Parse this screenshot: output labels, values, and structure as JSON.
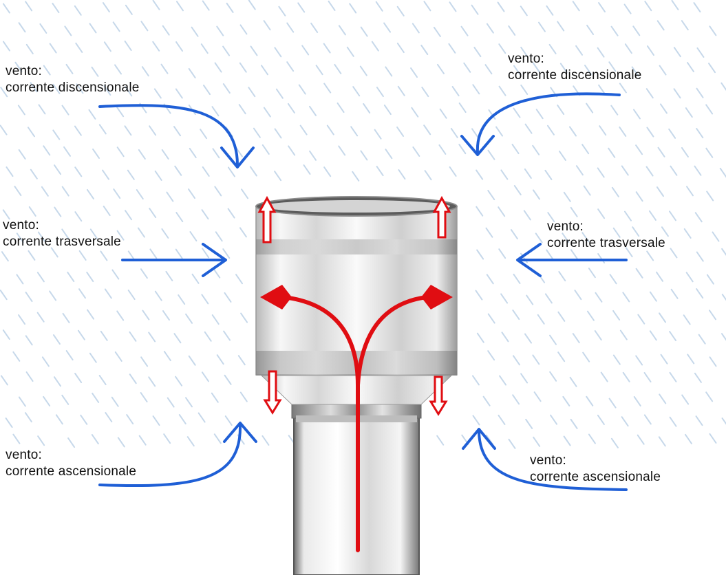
{
  "colors": {
    "wind_arrow": "#1f5fd6",
    "flow_arrow": "#e00d12",
    "rain": "#c6d8ea",
    "metal_light": "#f2f2f2",
    "metal_dark": "#8a8a8a"
  },
  "labels": {
    "top_left": {
      "line1": "vento:",
      "line2": "corrente discensionale"
    },
    "top_right": {
      "line1": "vento:",
      "line2": "corrente discensionale"
    },
    "mid_left": {
      "line1": "vento:",
      "line2": "corrente trasversale"
    },
    "mid_right": {
      "line1": "vento:",
      "line2": "corrente trasversale"
    },
    "bottom_left": {
      "line1": "vento:",
      "line2": "corrente ascensionale"
    },
    "bottom_right": {
      "line1": "vento:",
      "line2": "corrente ascensionale"
    }
  }
}
